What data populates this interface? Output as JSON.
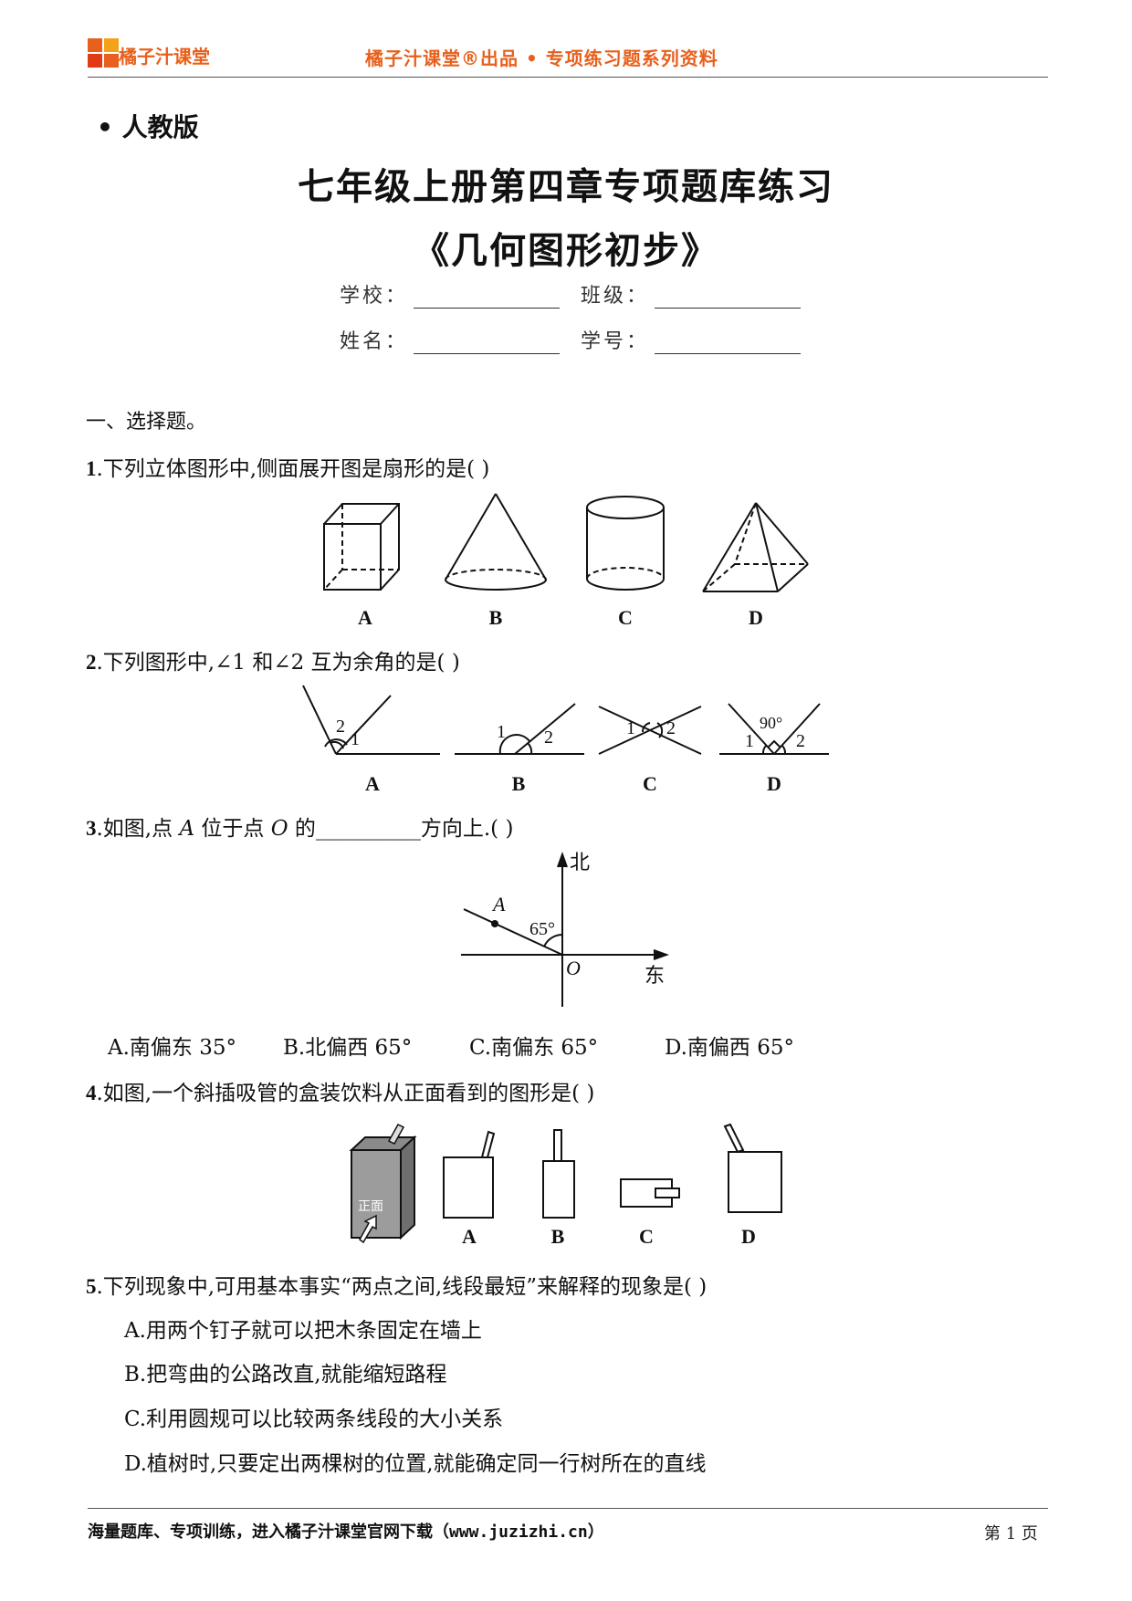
{
  "header": {
    "brand_name": "橘子汁课堂",
    "series_text": "橘子汁课堂®出品 • 专项练习题系列资料",
    "accent_color": "#e8601c"
  },
  "edition": "人教版",
  "edition_bullet": "•",
  "title_line1": "七年级上册第四章专项题库练习",
  "title_line2": "《几何图形初步》",
  "fields": {
    "school_label": "学校：",
    "class_label": "班级：",
    "name_label": "姓名：",
    "number_label": "学号："
  },
  "section_title": "一、选择题。",
  "questions": {
    "q1": {
      "num": "1",
      "text": ".下列立体图形中,侧面展开图是扇形的是(        )",
      "labels": [
        "A",
        "B",
        "C",
        "D"
      ]
    },
    "q2": {
      "num": "2",
      "text": ".下列图形中,∠1 和∠2 互为余角的是(        )",
      "labels": [
        "A",
        "B",
        "C",
        "D"
      ],
      "angle_marks": {
        "one": "1",
        "two": "2",
        "right": "90°"
      }
    },
    "q3": {
      "num": "3",
      "text_before": ".如图,点 ",
      "point_a": "A",
      "text_mid": " 位于点 ",
      "point_o": "O",
      "text_after": " 的",
      "blank": "__________",
      "text_end": "方向上.(        )",
      "figure": {
        "north": "北",
        "east": "东",
        "angle": "65°",
        "point_a": "A",
        "origin": "O"
      },
      "options": [
        "A.南偏东 35°",
        "B.北偏西 65°",
        "C.南偏东 65°",
        "D.南偏西 65°"
      ]
    },
    "q4": {
      "num": "4",
      "text": ".如图,一个斜插吸管的盒装饮料从正面看到的图形是(        )",
      "front_label": "正面",
      "labels": [
        "A",
        "B",
        "C",
        "D"
      ]
    },
    "q5": {
      "num": "5",
      "text": ".下列现象中,可用基本事实“两点之间,线段最短”来解释的现象是(        )",
      "options": [
        "A.用两个钉子就可以把木条固定在墙上",
        "B.把弯曲的公路改直,就能缩短路程",
        "C.利用圆规可以比较两条线段的大小关系",
        "D.植树时,只要定出两棵树的位置,就能确定同一行树所在的直线"
      ]
    }
  },
  "footer": {
    "left": "海量题库、专项训练，进入橘子汁课堂官网下载（www.juzizhi.cn）",
    "right": "第 1 页"
  }
}
